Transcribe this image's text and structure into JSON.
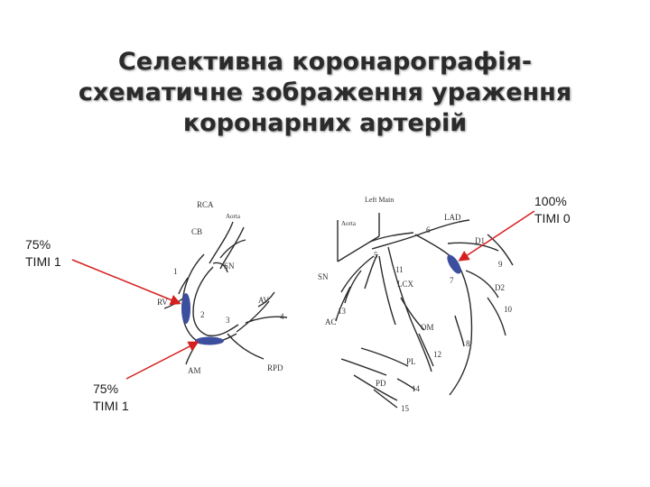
{
  "title": {
    "line1": "Селективна коронарографія-",
    "line2": "схематичне зображення ураження",
    "line3": "коронарних артерій"
  },
  "callouts": {
    "left_top": {
      "pct": "75%",
      "timi": "TIMI 1"
    },
    "left_bottom": {
      "pct": "75%",
      "timi": "TIMI 1"
    },
    "right_top": {
      "pct": "100%",
      "timi": "TIMI 0"
    }
  },
  "rca_labels": {
    "rca": "RCA",
    "aorta": "Aorta",
    "cb": "CB",
    "sn": "SN",
    "n1": "1",
    "rv": "RV",
    "n2": "2",
    "n3": "3",
    "av": "AV",
    "n4": "4",
    "am": "AM",
    "rpd": "RPD"
  },
  "lca_labels": {
    "left_main": "Left Main",
    "lad": "LAD",
    "aorta": "Aorta",
    "n6": "6",
    "d1": "D1",
    "n9": "9",
    "n5": "5",
    "n11": "11",
    "n7": "7",
    "d2": "D2",
    "sn": "SN",
    "lcx": "LCX",
    "n10": "10",
    "n13": "13",
    "ac": "AC",
    "om": "OM",
    "n8": "8",
    "n12": "12",
    "pl": "PL",
    "pd": "PD",
    "n14": "14",
    "n15": "15"
  },
  "colors": {
    "lesion": "#3c4e9e",
    "arrow": "#d62020",
    "vessel": "#2a2a2a",
    "title": "#2b2b2b"
  }
}
